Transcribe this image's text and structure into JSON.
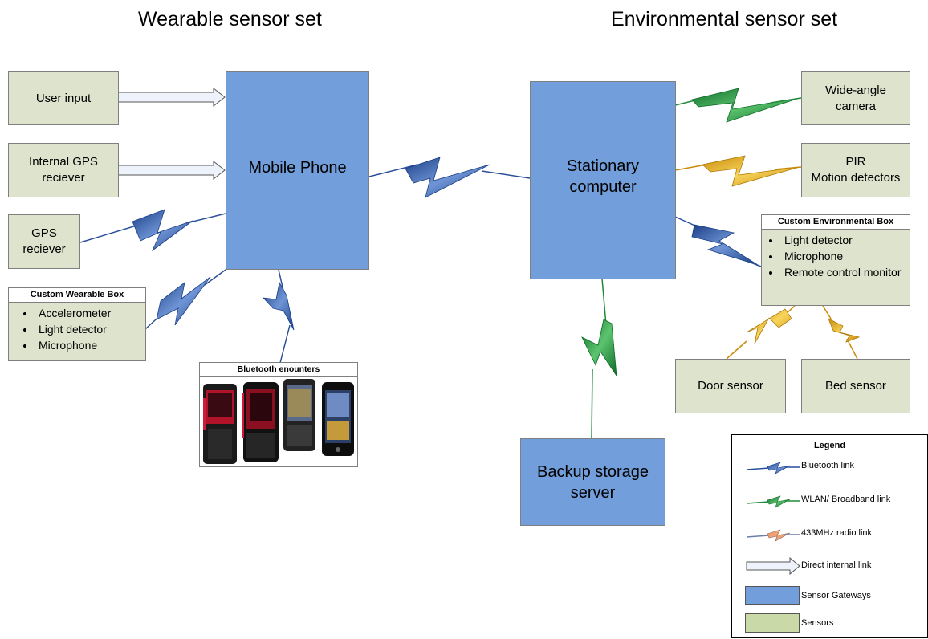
{
  "titles": {
    "left": "Wearable sensor set",
    "right": "Environmental sensor set"
  },
  "colors": {
    "sensor": "#dde3cc",
    "gateway": "#729fdb",
    "bluetooth": "#2a4f9a",
    "wlan": "#1f8a3a",
    "radio433": "#e1a81a",
    "arrow_fill": "#eef2fa"
  },
  "wearable": {
    "user_input": "User input",
    "internal_gps": "Internal GPS\nreciever",
    "gps": "GPS\nreciever",
    "custom_box": {
      "title": "Custom Wearable Box",
      "items": [
        "Accelerometer",
        "Light detector",
        "Microphone"
      ]
    },
    "bluetooth_box": {
      "title": "Bluetooth enounters",
      "phone_icons": [
        "phone-icon",
        "phone-icon",
        "phone-icon",
        "phone-icon"
      ]
    }
  },
  "gateways": {
    "mobile_phone": "Mobile Phone",
    "stationary_computer": "Stationary\ncomputer",
    "backup_server": "Backup storage\nserver"
  },
  "environmental": {
    "camera": "Wide-angle\ncamera",
    "pir": "PIR\nMotion detectors",
    "custom_box": {
      "title": "Custom Environmental Box",
      "items": [
        "Light detector",
        "Microphone",
        "Remote control monitor"
      ]
    },
    "door_sensor": "Door sensor",
    "bed_sensor": "Bed sensor"
  },
  "legend": {
    "title": "Legend",
    "items": [
      "Bluetooth link",
      "WLAN/ Broadband link",
      "433MHz radio link",
      "Direct internal link",
      "Sensor Gateways",
      "Sensors"
    ]
  }
}
